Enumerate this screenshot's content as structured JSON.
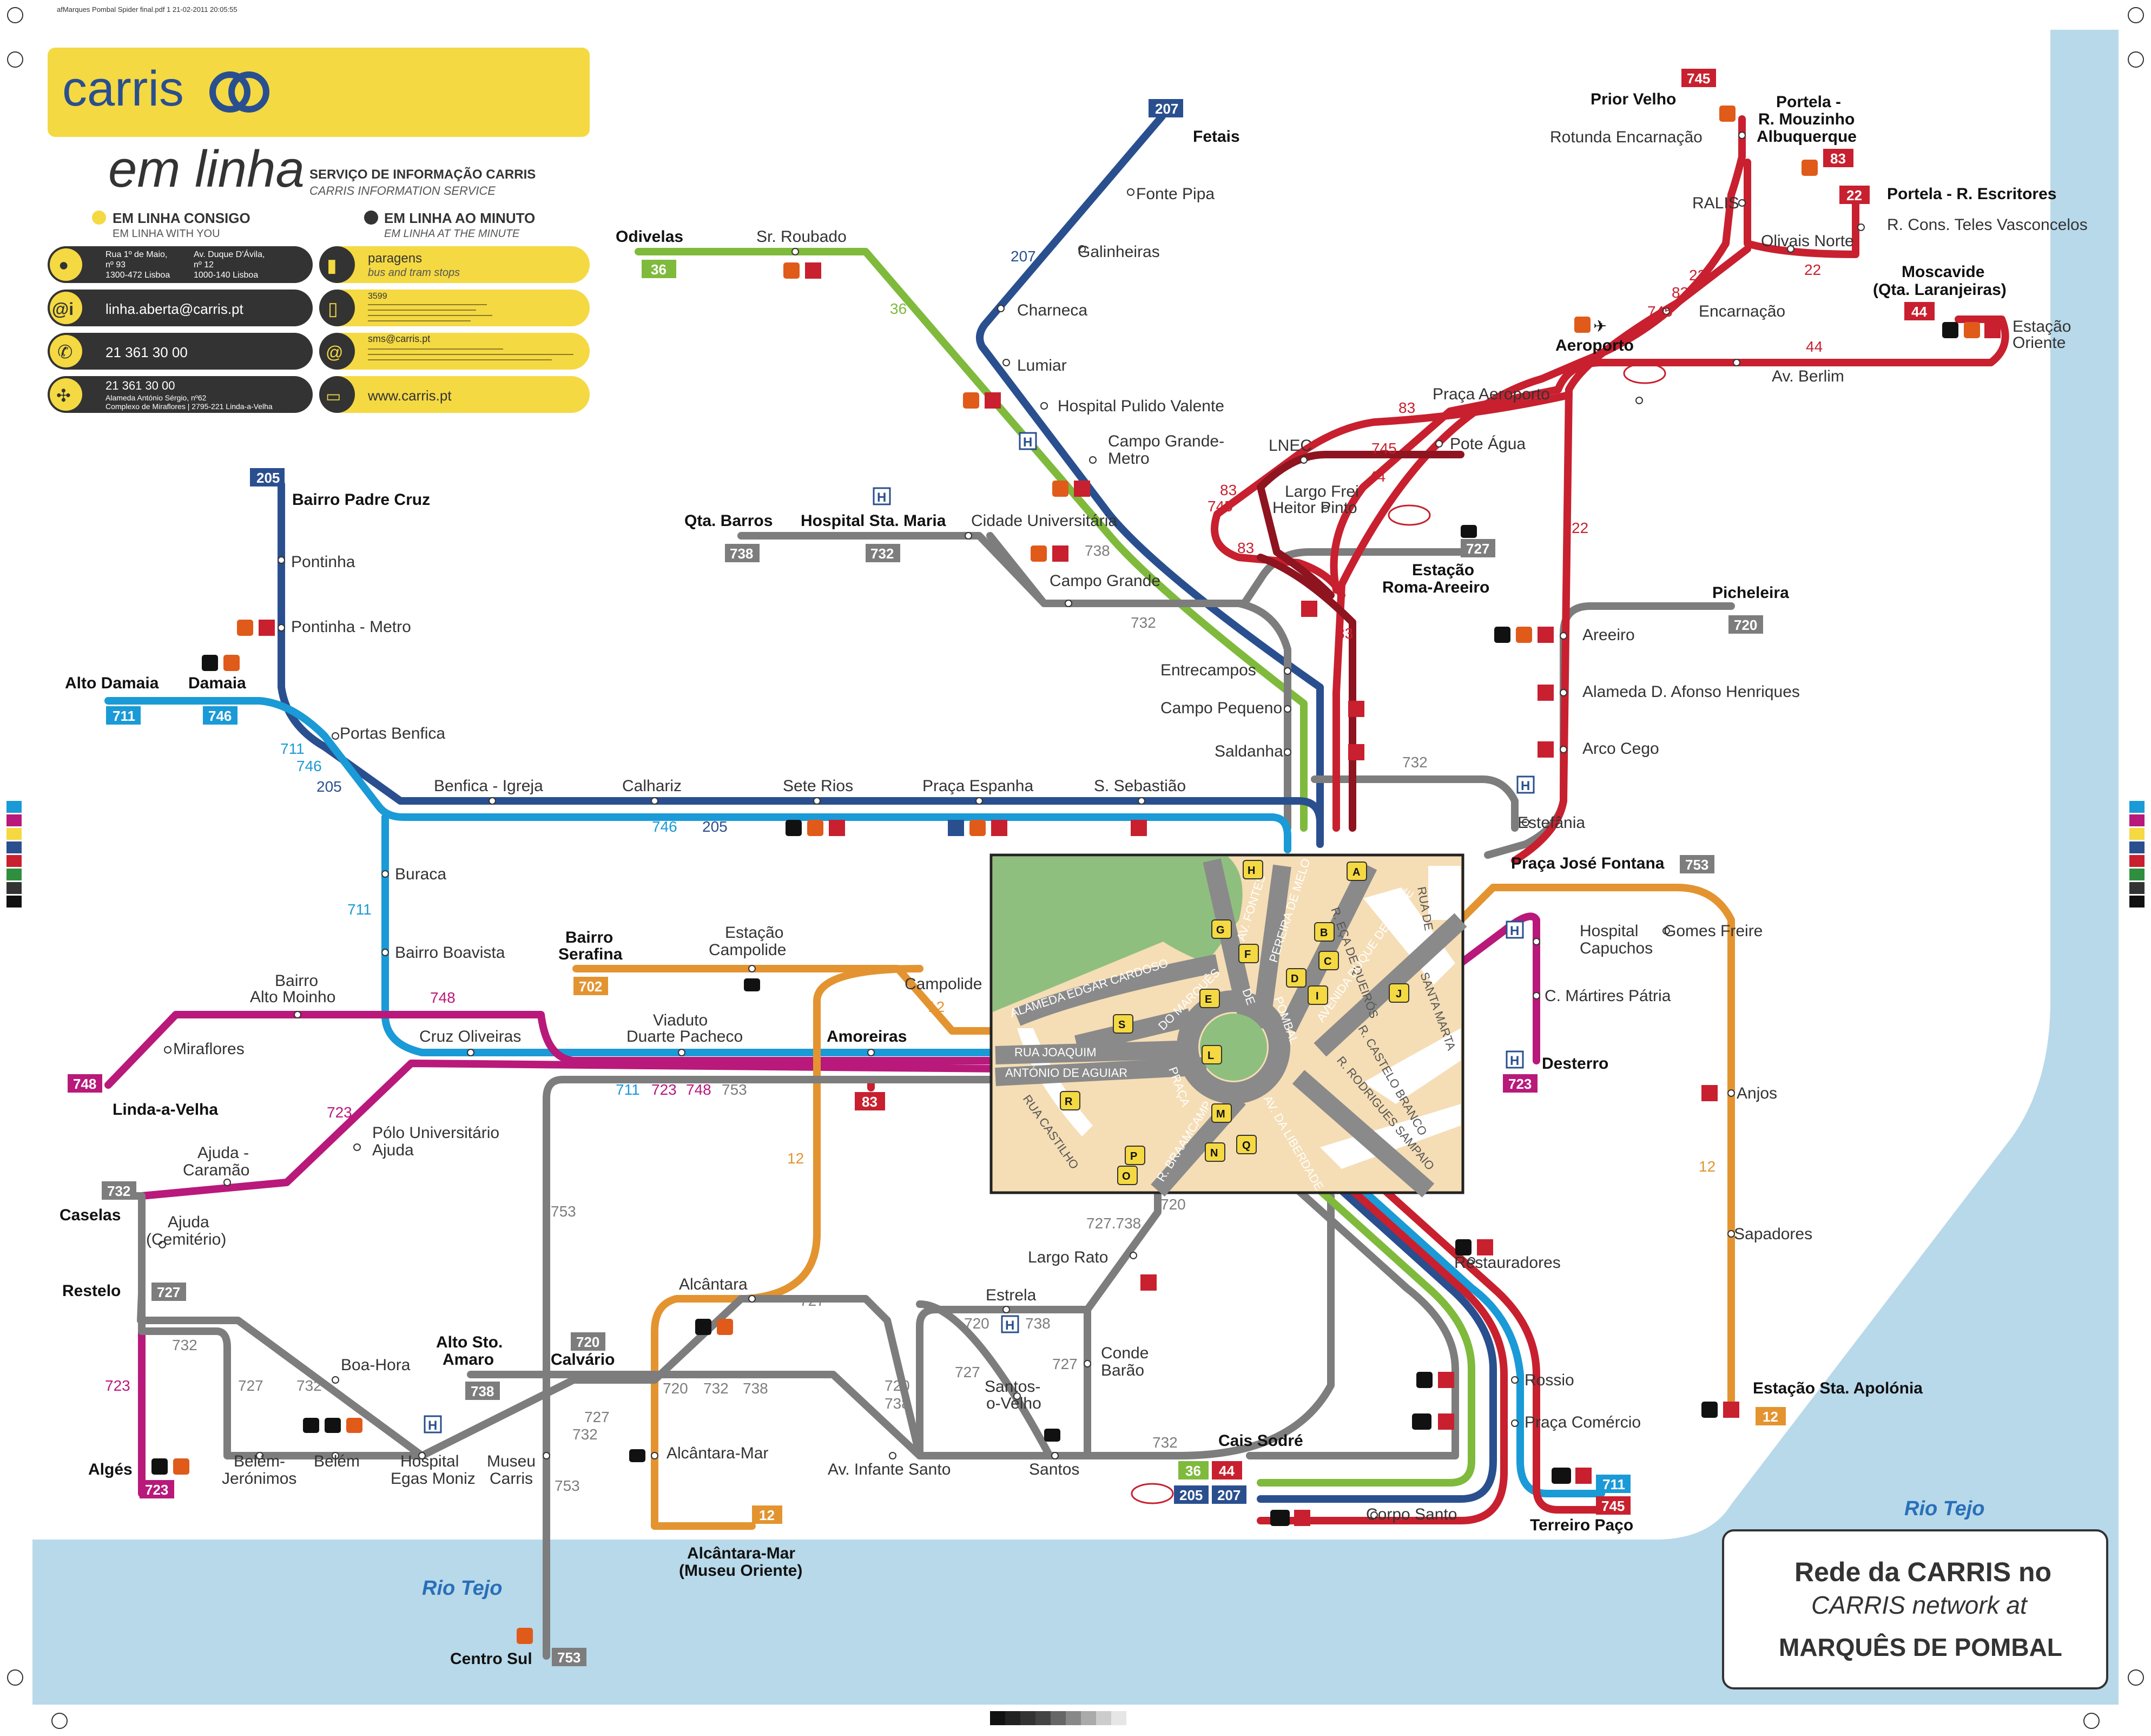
{
  "print_header": "afMarques Pombal Spider final.pdf   1   21-02-2011   20:05:55",
  "brand": {
    "name": "carris",
    "service": "em linha",
    "service_title": "SERVIÇO DE INFORMAÇÃO CARRIS",
    "service_subtitle": "CARRIS INFORMATION SERVICE"
  },
  "info": {
    "consigo_title": "EM LINHA CONSIGO",
    "consigo_sub": "EM LINHA WITH YOU",
    "minuto_title": "EM LINHA AO MINUTO",
    "minuto_sub": "EM LINHA AT THE MINUTE",
    "addr1_a": "Rua 1º de Maio,",
    "addr1_b": "nº 93",
    "addr1_c": "1300-472 Lisboa",
    "addr2_a": "Av. Duque D'Ávila,",
    "addr2_b": "nº 12",
    "addr2_c": "1000-140 Lisboa",
    "email": "linha.aberta@carris.pt",
    "phone1": "21 361 30 00",
    "phone2": "21 361 30 00",
    "addr3_a": "Alameda António Sérgio, nº62",
    "addr3_b": "Complexo de Miraflores  |  2795-221 Linda-a-Velha",
    "paragens": "paragens",
    "paragens_sub": "bus and tram stops",
    "code": "3599",
    "sms": "sms@carris.pt",
    "web": "www.carris.pt"
  },
  "colors": {
    "yellow": "#f4d942",
    "red": "#c8202f",
    "darkred": "#8e1420",
    "blue": "#2a4f8f",
    "cyan": "#1a9ad6",
    "green": "#7fba3c",
    "grey": "#7d7d7d",
    "orange": "#e39430",
    "magenta": "#b8197a",
    "river": "#b7d9ea",
    "park": "#8fbf7f",
    "ground": "#f5ddb5"
  },
  "lines": {
    "l207": "207",
    "l205": "205",
    "l36": "36",
    "l738": "738",
    "l732": "732",
    "l711": "711",
    "l746": "746",
    "l720": "720",
    "l745": "745",
    "l83": "83",
    "l22": "22",
    "l44": "44",
    "l727": "727",
    "l753": "753",
    "l702": "702",
    "l748": "748",
    "l723": "723",
    "l12": "12"
  },
  "termini": {
    "fetais": "Fetais",
    "bairro_padre_cruz": "Bairro Padre Cruz",
    "odivelas": "Odivelas",
    "qta_barros": "Qta. Barros",
    "hospital_sta_maria": "Hospital Sta. Maria",
    "alto_damaia": "Alto Damaia",
    "damaia": "Damaia",
    "prior_velho": "Prior Velho",
    "portela_mouzinho_a": "Portela -",
    "portela_mouzinho_b": "R. Mouzinho",
    "portela_mouzinho_c": "Albuquerque",
    "portela_escritores": "Portela - R. Escritores",
    "moscavide_a": "Moscavide",
    "moscavide_b": "(Qta. Laranjeiras)",
    "aeroporto": "Aeroporto",
    "estacao_roma_a": "Estação",
    "estacao_roma_b": "Roma-Areeiro",
    "picheleira": "Picheleira",
    "praca_jose_fontana": "Praça José Fontana",
    "bairro_serafina_a": "Bairro",
    "bairro_serafina_b": "Serafina",
    "amoreiras": "Amoreiras",
    "linda_a_velha": "Linda-a-Velha",
    "caselas": "Caselas",
    "restelo": "Restelo",
    "alges": "Algés",
    "alto_sto_amaro_a": "Alto Sto.",
    "alto_sto_amaro_b": "Amaro",
    "calvario": "Calvário",
    "alcantara_mar_a": "Alcântara-Mar",
    "alcantara_mar_b": "(Museu Oriente)",
    "centro_sul": "Centro Sul",
    "cais_sodre": "Cais Sodré",
    "terreiro_paco": "Terreiro Paço",
    "desterro": "Desterro",
    "estacao_sta_apolonia": "Estação Sta. Apolónia"
  },
  "stations": {
    "fonte_pipa": "Fonte Pipa",
    "galinheiras": "Galinheiras",
    "charneca": "Charneca",
    "lumiar": "Lumiar",
    "hospital_pulido": "Hospital Pulido Valente",
    "campo_grande_metro_a": "Campo Grande-",
    "campo_grande_metro_b": "Metro",
    "sr_roubado": "Sr. Roubado",
    "cidade_universitaria": "Cidade Universitária",
    "campo_grande": "Campo Grande",
    "pontinha": "Pontinha",
    "pontinha_metro": "Pontinha - Metro",
    "portas_benfica": "Portas Benfica",
    "benfica_igreja": "Benfica - Igreja",
    "calhariz": "Calhariz",
    "sete_rios": "Sete Rios",
    "praca_espanha": "Praça Espanha",
    "s_sebastiao": "S. Sebastião",
    "entrecampos": "Entrecampos",
    "campo_pequeno": "Campo Pequeno",
    "saldanha": "Saldanha",
    "buraca": "Buraca",
    "bairro_boavista": "Bairro Boavista",
    "cruz_oliveiras": "Cruz Oliveiras",
    "bairro_alto_moinho_a": "Bairro",
    "bairro_alto_moinho_b": "Alto Moinho",
    "miraflores": "Miraflores",
    "estacao_campolide_a": "Estação",
    "estacao_campolide_b": "Campolide",
    "campolide": "Campolide",
    "viaduto_a": "Viaduto",
    "viaduto_b": "Duarte Pacheco",
    "polo_a": "Pólo Universitário",
    "polo_b": "Ajuda",
    "ajuda_caramao_a": "Ajuda -",
    "ajuda_caramao_b": "Caramão",
    "ajuda_cemiterio_a": "Ajuda",
    "ajuda_cemiterio_b": "(Cemitério)",
    "boa_hora": "Boa-Hora",
    "belem_jeronimos_a": "Belém-",
    "belem_jeronimos_b": "Jerónimos",
    "belem": "Belém",
    "hospital_egas_a": "Hospital",
    "hospital_egas_b": "Egas Moniz",
    "museu_carris_a": "Museu",
    "museu_carris_b": "Carris",
    "alcantara": "Alcântara",
    "alcantara_mar": "Alcântara-Mar",
    "av_infante_santo": "Av. Infante Santo",
    "estrela": "Estrela",
    "largo_rato": "Largo Rato",
    "conde_barao_a": "Conde",
    "conde_barao_b": "Barão",
    "santos_velho_a": "Santos-",
    "santos_velho_b": "o-Velho",
    "santos": "Santos",
    "corpo_santo": "Corpo Santo",
    "rossio": "Rossio",
    "praca_comercio": "Praça Comércio",
    "restauradores": "Restauradores",
    "rotunda_encarnacao": "Rotunda Encarnação",
    "ralis": "RALIS",
    "olivais_norte": "Olivais Norte",
    "r_cons_teles": "R. Cons. Teles Vasconcelos",
    "encarnacao": "Encarnação",
    "estacao_oriente_a": "Estação",
    "estacao_oriente_b": "Oriente",
    "av_berlim": "Av. Berlim",
    "praca_aeroporto": "Praça Aeroporto",
    "lnec": "LNEC",
    "pote_agua": "Pote Água",
    "largo_frei_a": "Largo Frei",
    "largo_frei_b": "Heitor Pinto",
    "areeiro": "Areeiro",
    "alameda": "Alameda D. Afonso Henriques",
    "arco_cego": "Arco Cego",
    "estefania": "Estefânia",
    "hospital_capuchos_a": "Hospital",
    "hospital_capuchos_b": "Capuchos",
    "c_martires": "C. Mártires Pátria",
    "gomes_freire": "Gomes Freire",
    "anjos": "Anjos",
    "sapadores": "Sapadores"
  },
  "labels_misc": {
    "n711_723_748_753_a": "711",
    "n711_723_748_753_b": "723",
    "n711_723_748_753_c": "748",
    "n711_723_748_753_d": "753",
    "n746_205_a": "746",
    "n746_205_b": "205",
    "n720_738": "720",
    "n738": "738",
    "n720_732_738_a": "720",
    "n720_732_738_b": "732",
    "n720_732_738_c": "738",
    "n727_738_a": "727.738",
    "n720b": "720",
    "n727b": "727",
    "n732b": "732",
    "n727c": "727",
    "n732c": "732"
  },
  "inset": {
    "streets": {
      "alameda": "ALAMEDA EDGAR CARDOSO",
      "rua_joaquim": "RUA JOAQUIM",
      "antonio_aguiar": "ANTÓNIO DE AGUIAR",
      "rua_castilho": "RUA CASTILHO",
      "marques": "DO MARQUÊS",
      "pombal": "POMBAL",
      "praca": "PRAÇA",
      "de": "DE",
      "fontes": "AV. FONTES",
      "pereira_melo": "PEREIRA DE MELO",
      "eca_queiros": "R. EÇA DE QUEIRÓS",
      "rua_de": "RUA DE",
      "duque_loule": "AVENIDA DUQUE DE LOULÉ",
      "santa_marta": "SANTA MARTA",
      "castelo_branco": "R. CASTELO BRANCO",
      "rodrigues_sampaio": "R. RODRIGUES SAMPAIO",
      "av_liberdade": "AV. DA LIBERDADE",
      "braamcamp": "R. BRAAMCAMP"
    },
    "stops": [
      "A",
      "B",
      "C",
      "D",
      "E",
      "F",
      "G",
      "H",
      "I",
      "J",
      "L",
      "M",
      "N",
      "O",
      "P",
      "Q",
      "R",
      "S"
    ]
  },
  "rivers": {
    "tejo_1": "Rio Tejo",
    "tejo_2": "Rio Tejo"
  },
  "legend": {
    "line1": "Rede da CARRIS no",
    "line2": "CARRIS network at",
    "line3": "MARQUÊS DE POMBAL"
  }
}
